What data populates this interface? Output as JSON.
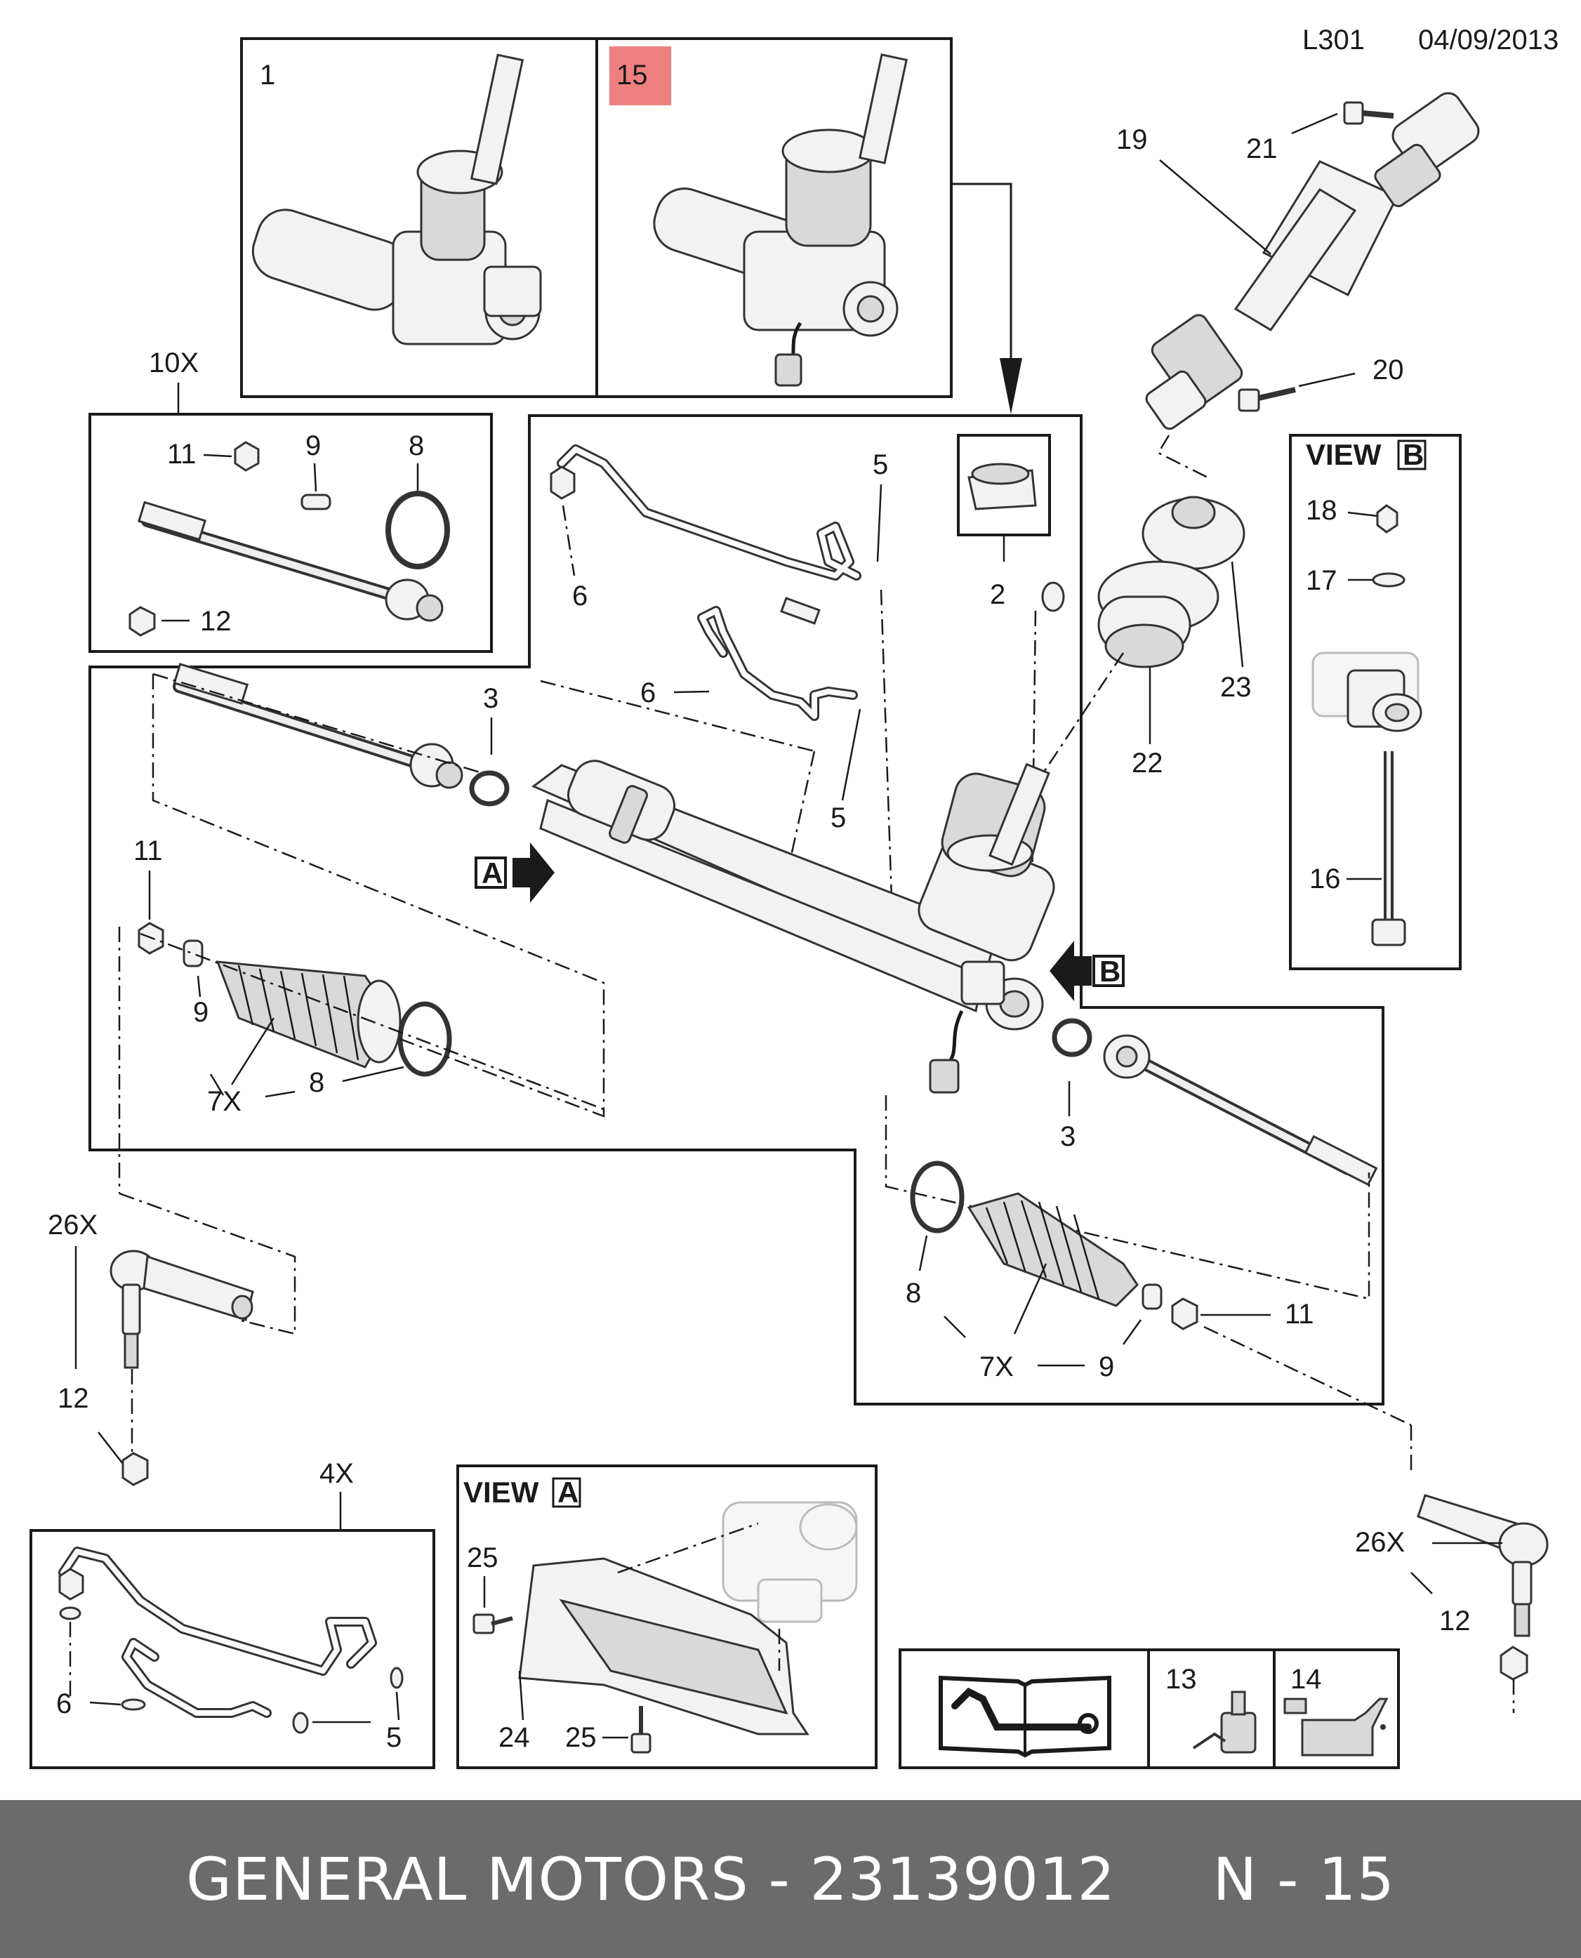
{
  "header": {
    "code": "L301",
    "date": "04/09/2013"
  },
  "labels": {
    "p1": "1",
    "p15": "15",
    "p10x": "10X",
    "p11": "11",
    "p9": "9",
    "p8": "8",
    "p12": "12",
    "p19": "19",
    "p21": "21",
    "p20": "20",
    "p5": "5",
    "p6": "6",
    "p2": "2",
    "p3": "3",
    "p23": "23",
    "p22": "22",
    "p7x": "7X",
    "p26x": "26X",
    "p4x": "4X",
    "p16": "16",
    "p17": "17",
    "p18": "18",
    "p24": "24",
    "p25": "25",
    "p13": "13",
    "p14": "14"
  },
  "views": {
    "view_a": "VIEW",
    "view_a_letter": "A",
    "view_b": "VIEW",
    "view_b_letter": "B",
    "arrow_a": "A",
    "arrow_b": "B"
  },
  "highlight_color": "#f08080",
  "footer": {
    "brand": "GENERAL MOTORS",
    "separator": " - ",
    "part_number": "23139012",
    "gap": "     ",
    "page": "N - 15"
  }
}
